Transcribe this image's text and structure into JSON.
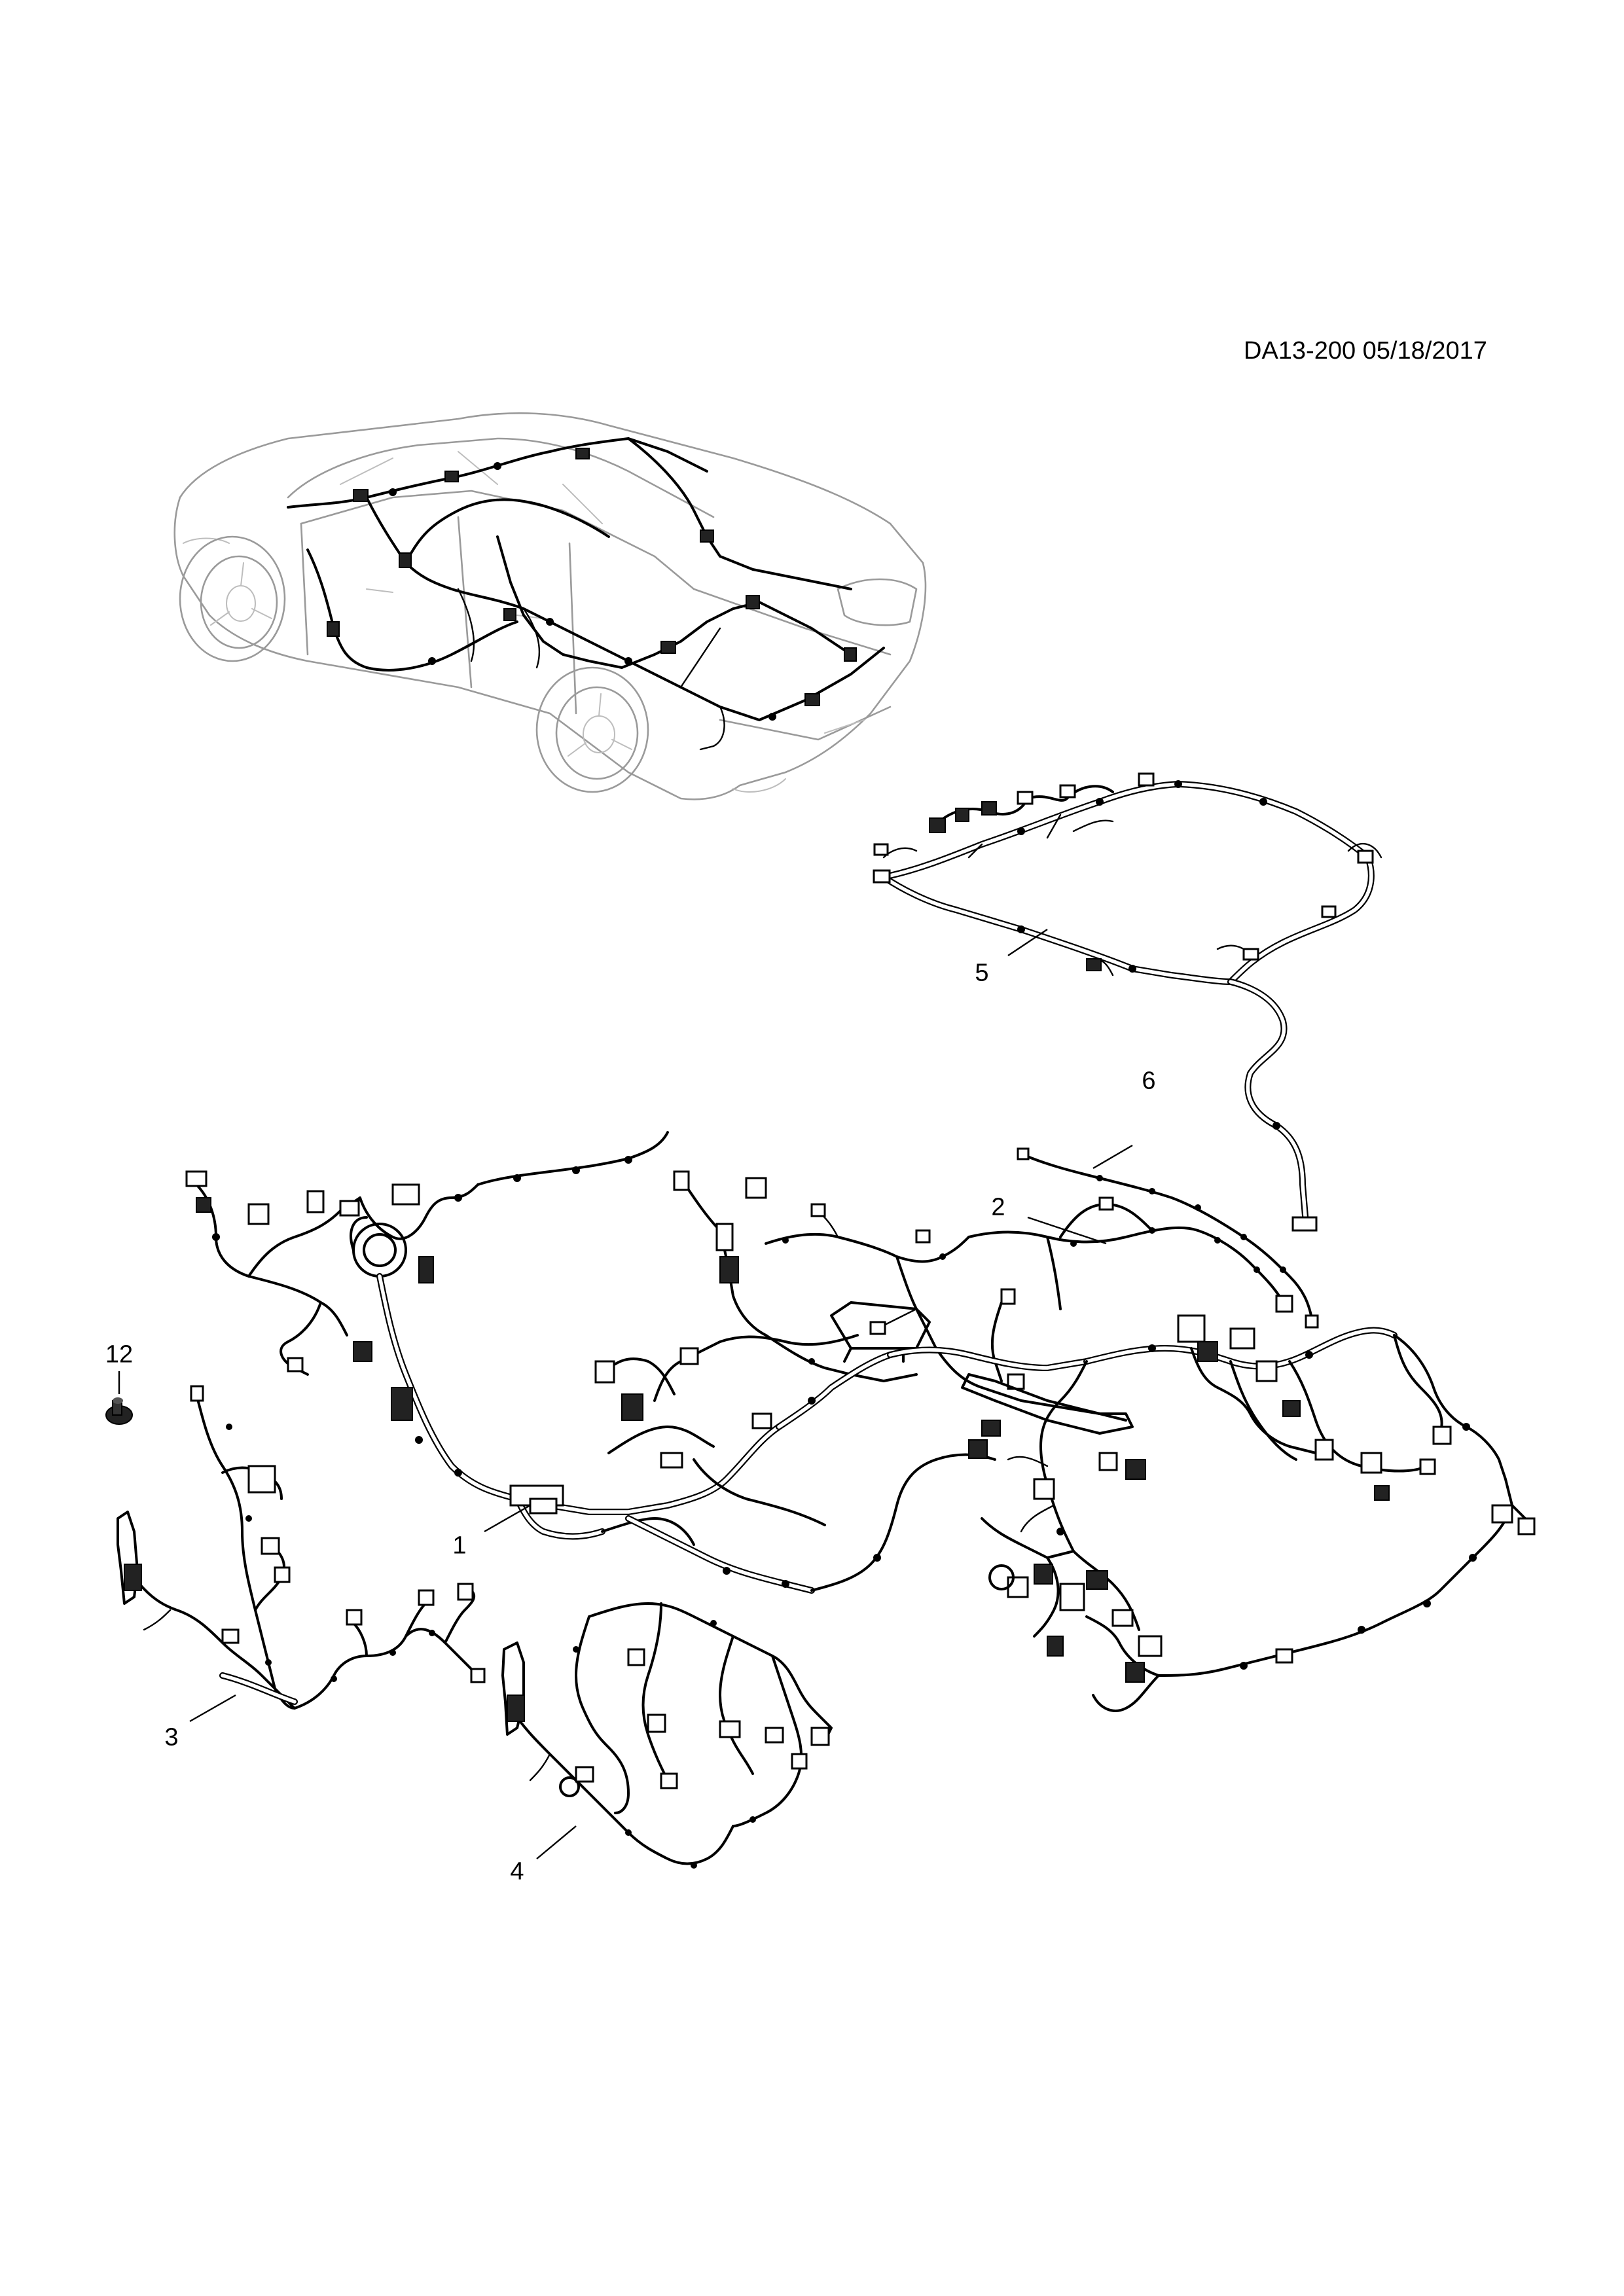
{
  "document": {
    "reference": "DA13-200 05/18/2017"
  },
  "callouts": [
    {
      "id": "callout-1",
      "label": "1"
    },
    {
      "id": "callout-2",
      "label": "2"
    },
    {
      "id": "callout-3",
      "label": "3"
    },
    {
      "id": "callout-4",
      "label": "4"
    },
    {
      "id": "callout-5",
      "label": "5"
    },
    {
      "id": "callout-6",
      "label": "6"
    },
    {
      "id": "callout-12",
      "label": "12"
    }
  ],
  "colors": {
    "line": "#000000",
    "vehicle_outline": "#9a9a9a",
    "background": "#ffffff"
  }
}
